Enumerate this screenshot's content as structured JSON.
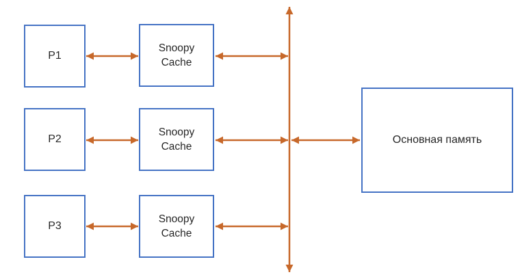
{
  "colors": {
    "box_border": "#4472C4",
    "arrow": "#C7682A",
    "text": "#262626",
    "background": "#FFFFFF"
  },
  "diagram": {
    "processors": [
      {
        "label": "P1"
      },
      {
        "label": "P2"
      },
      {
        "label": "P3"
      }
    ],
    "caches": [
      {
        "label": "Snoopy\nCache"
      },
      {
        "label": "Snoopy\nCache"
      },
      {
        "label": "Snoopy\nCache"
      }
    ],
    "memory": {
      "label": "Основная память"
    }
  }
}
